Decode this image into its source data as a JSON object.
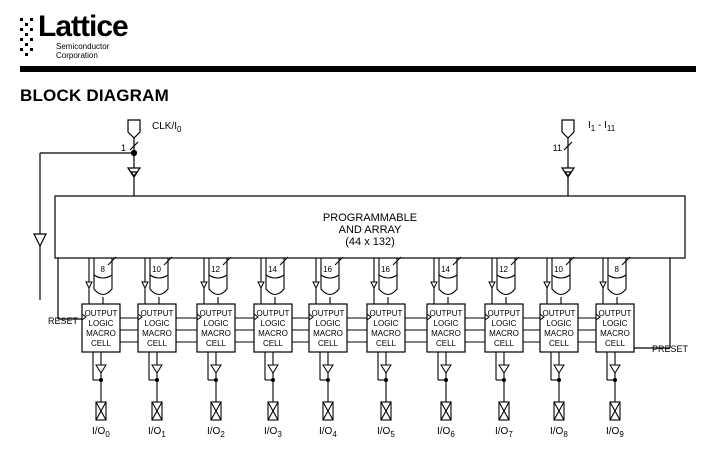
{
  "brand": {
    "name": "Lattice",
    "subtitle_line1": "Semiconductor",
    "subtitle_line2": "Corporation"
  },
  "page_title": "BLOCK DIAGRAM",
  "clock_input": {
    "label": "CLK/I",
    "sub": "0",
    "bus_width": "1"
  },
  "data_inputs": {
    "label": "I",
    "sub_start": "1",
    "separator": " - I",
    "sub_end": "11",
    "bus_width": "11"
  },
  "array": {
    "line1": "PROGRAMMABLE",
    "line2": "AND ARRAY",
    "line3": "(44 x 132)"
  },
  "signals": {
    "reset": "RESET",
    "preset": "PRESET"
  },
  "macro_cell_lines": [
    "OUTPUT",
    "LOGIC",
    "MACRO",
    "CELL"
  ],
  "cells": [
    {
      "terms": "8",
      "io": "0"
    },
    {
      "terms": "10",
      "io": "1"
    },
    {
      "terms": "12",
      "io": "2"
    },
    {
      "terms": "14",
      "io": "3"
    },
    {
      "terms": "16",
      "io": "4"
    },
    {
      "terms": "16",
      "io": "5"
    },
    {
      "terms": "14",
      "io": "6"
    },
    {
      "terms": "12",
      "io": "7"
    },
    {
      "terms": "10",
      "io": "8"
    },
    {
      "terms": "8",
      "io": "9"
    }
  ],
  "io_prefix": "I/O"
}
